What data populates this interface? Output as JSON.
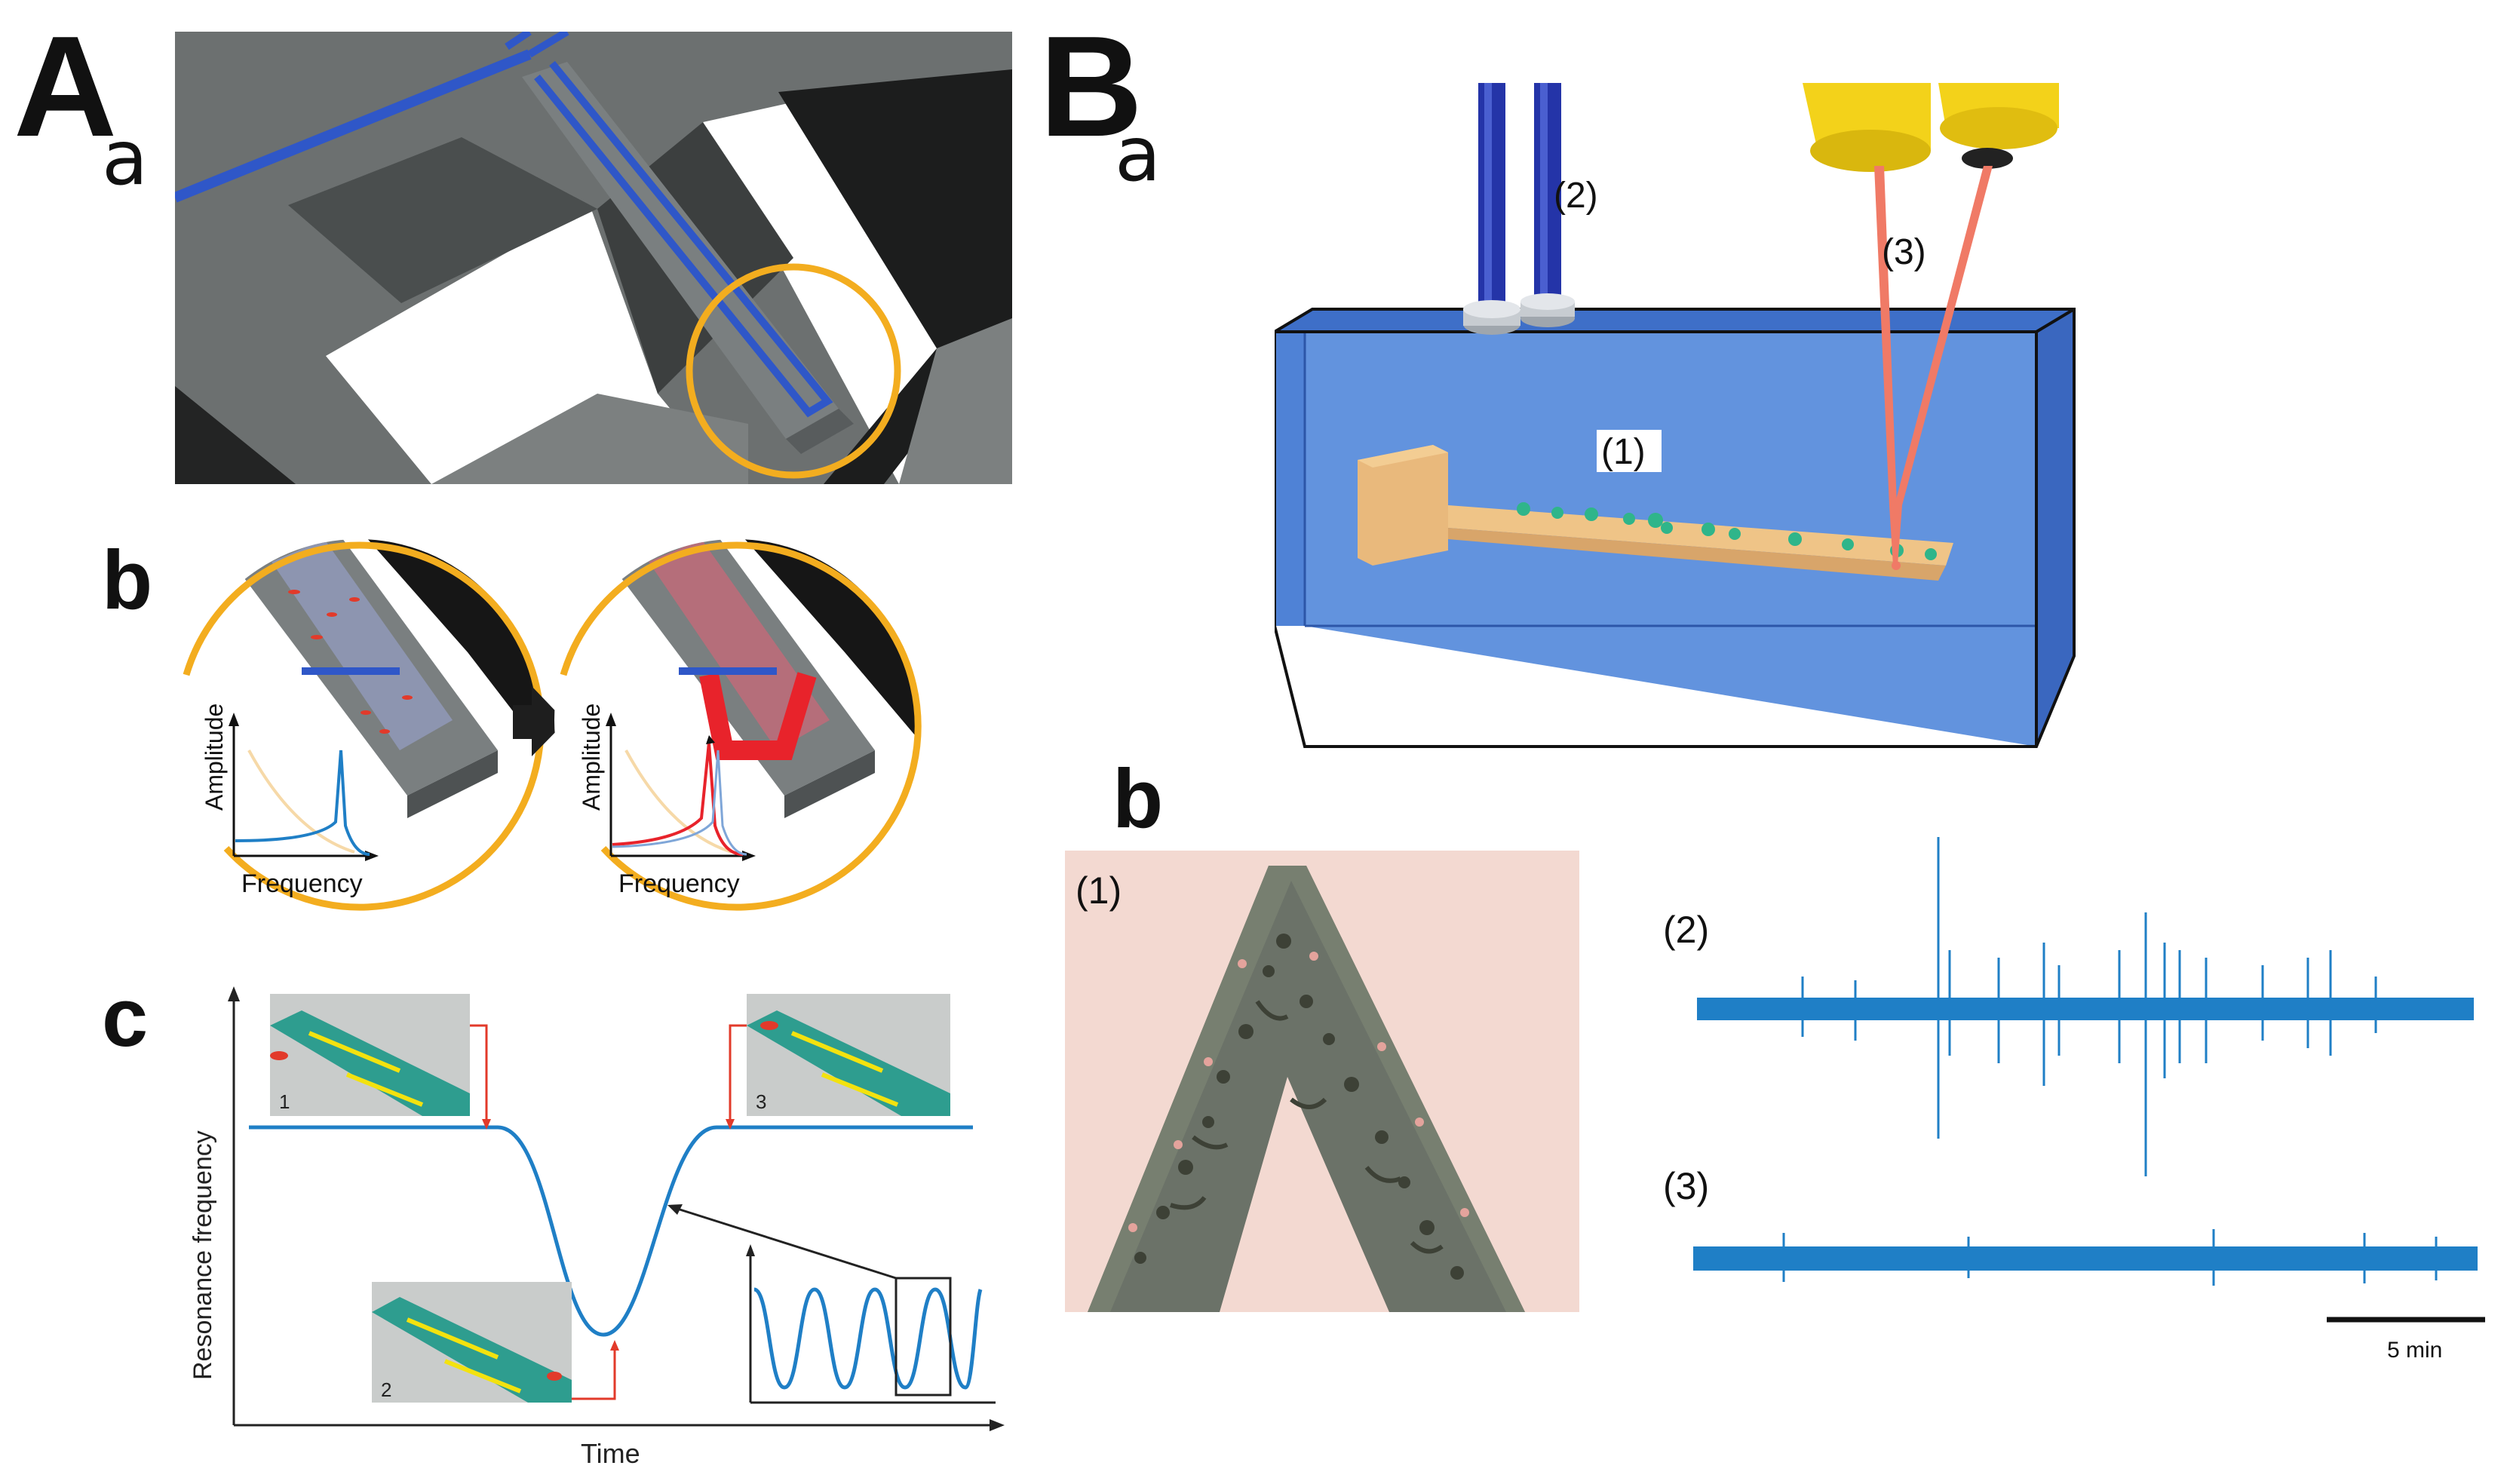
{
  "panel_A": {
    "label": "A",
    "sub_a": "a",
    "sub_b": "b",
    "sub_c": "c",
    "b_axis_y": "Amplitude",
    "b_axis_x": "Frequency",
    "c_axis_y": "Resonance frequency",
    "c_axis_x": "Time",
    "c_insets": [
      "1",
      "2",
      "3"
    ]
  },
  "panel_B": {
    "label": "B",
    "sub_a": "a",
    "sub_b": "b",
    "a_labels": [
      "(1)",
      "(2)",
      "(3)"
    ],
    "b_labels": [
      "(1)",
      "(2)",
      "(3)"
    ],
    "scale_bar_label": "5 min"
  },
  "colors": {
    "channel_blue": "#2f57c8",
    "highlight_orange": "#f3ad1f",
    "trace_blue": "#1f7fc6",
    "arrow_red": "#e23a2a",
    "laser_red": "#f07a66",
    "tank_blue": "#4f82d6",
    "probe_yellow": "#f3d21a"
  }
}
